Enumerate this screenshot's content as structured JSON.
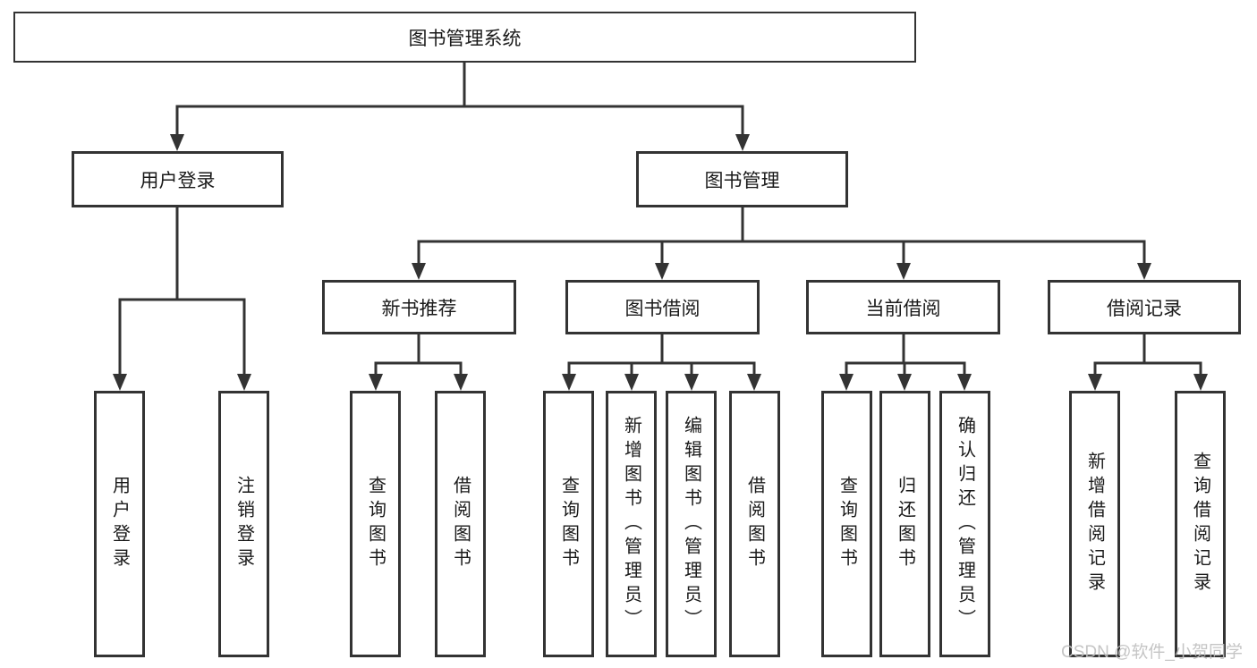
{
  "colors": {
    "line": "#333333",
    "text": "#1a1a1a",
    "box_background": "#ffffff",
    "watermark": "#bfbfbf"
  },
  "tree": {
    "root": {
      "label": "图书管理系统"
    },
    "children": [
      {
        "label": "用户登录",
        "children": [
          {
            "label": "用户登录"
          },
          {
            "label": "注销登录"
          }
        ]
      },
      {
        "label": "图书管理",
        "children": [
          {
            "label": "新书推荐",
            "children": [
              {
                "label": "查询图书"
              },
              {
                "label": "借阅图书"
              }
            ]
          },
          {
            "label": "图书借阅",
            "children": [
              {
                "label": "查询图书"
              },
              {
                "label": "新增图书（管理员）"
              },
              {
                "label": "编辑图书（管理员）"
              },
              {
                "label": "借阅图书"
              }
            ]
          },
          {
            "label": "当前借阅",
            "children": [
              {
                "label": "查询图书"
              },
              {
                "label": "归还图书"
              },
              {
                "label": "确认归还（管理员）"
              }
            ]
          },
          {
            "label": "借阅记录",
            "children": [
              {
                "label": "新增借阅记录"
              },
              {
                "label": "查询借阅记录"
              }
            ]
          }
        ]
      }
    ]
  },
  "watermark": {
    "text": "CSDN @软件_小贺同学"
  }
}
